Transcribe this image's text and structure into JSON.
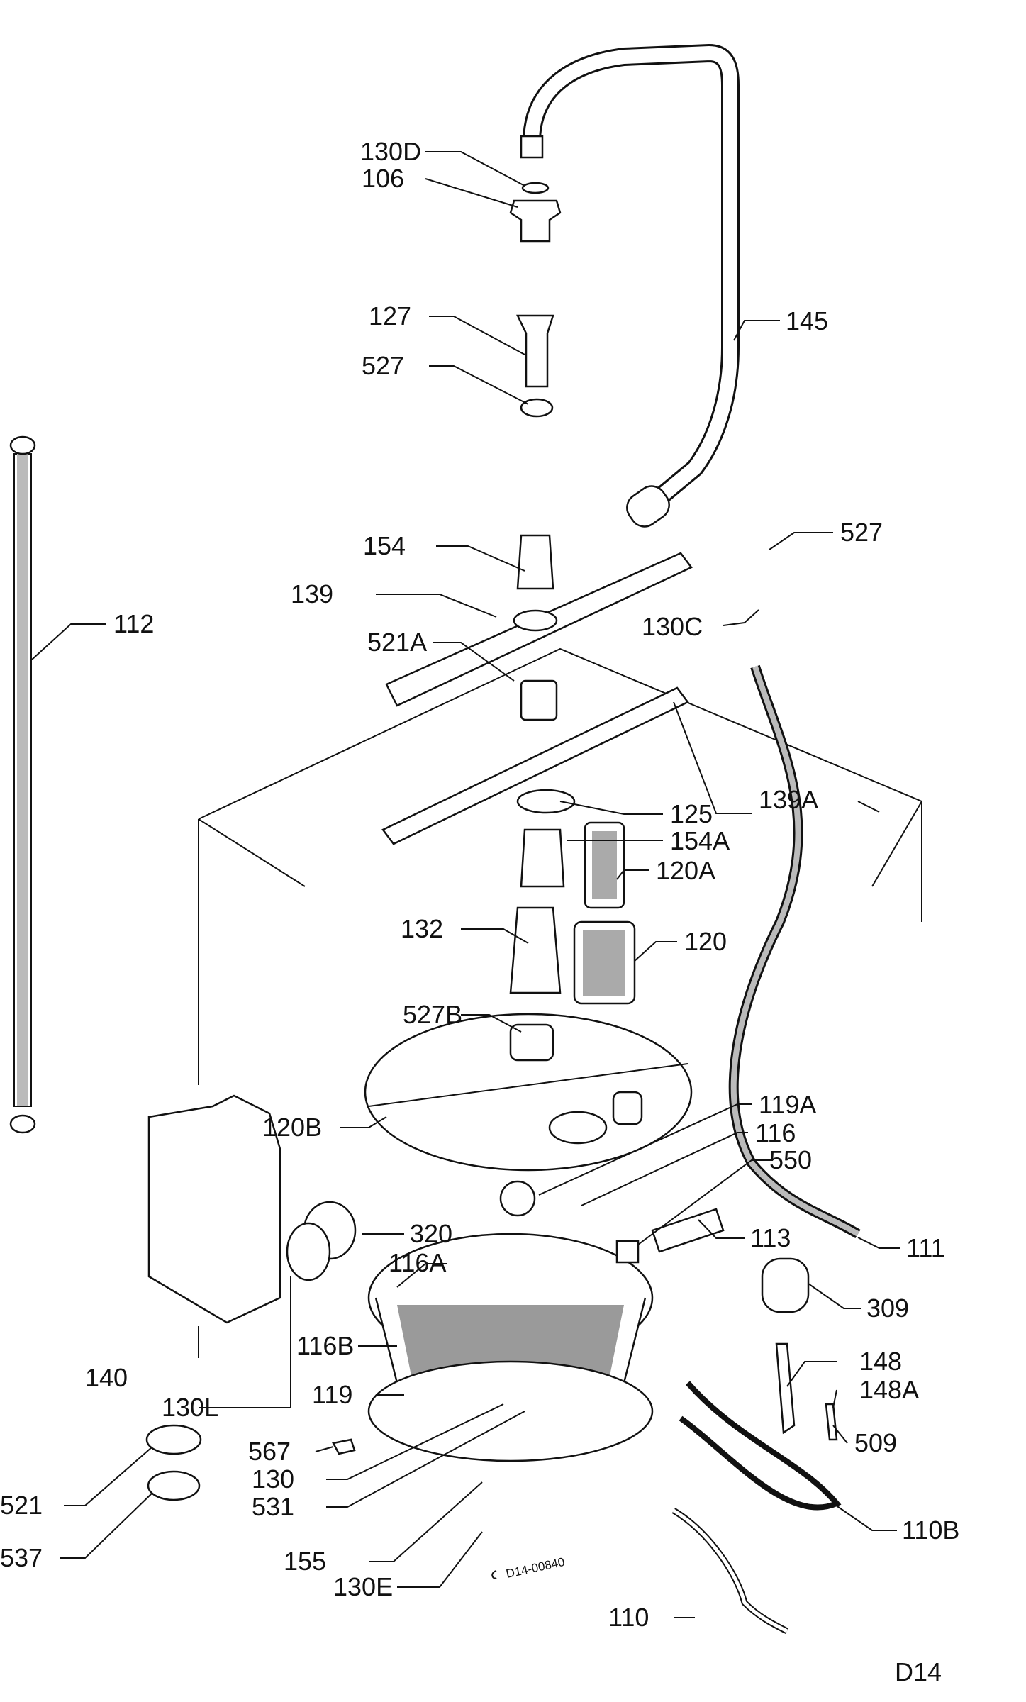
{
  "diagram_code": "D14-00840",
  "page_code": "D14",
  "callouts": [
    {
      "id": "c_130d",
      "text": "130D"
    },
    {
      "id": "c_106",
      "text": "106"
    },
    {
      "id": "c_127",
      "text": "127"
    },
    {
      "id": "c_527a",
      "text": "527"
    },
    {
      "id": "c_145",
      "text": "145"
    },
    {
      "id": "c_112",
      "text": "112"
    },
    {
      "id": "c_154",
      "text": "154"
    },
    {
      "id": "c_139",
      "text": "139"
    },
    {
      "id": "c_521a",
      "text": "521A"
    },
    {
      "id": "c_527b",
      "text": "527"
    },
    {
      "id": "c_130c",
      "text": "130C"
    },
    {
      "id": "c_139a",
      "text": "139A"
    },
    {
      "id": "c_125",
      "text": "125"
    },
    {
      "id": "c_154a",
      "text": "154A"
    },
    {
      "id": "c_120a",
      "text": "120A"
    },
    {
      "id": "c_132",
      "text": "132"
    },
    {
      "id": "c_120",
      "text": "120"
    },
    {
      "id": "c_527b2",
      "text": "527B"
    },
    {
      "id": "c_120b",
      "text": "120B"
    },
    {
      "id": "c_119a",
      "text": "119A"
    },
    {
      "id": "c_116",
      "text": "116"
    },
    {
      "id": "c_550",
      "text": "550"
    },
    {
      "id": "c_320",
      "text": "320"
    },
    {
      "id": "c_116a",
      "text": "116A"
    },
    {
      "id": "c_113",
      "text": "113"
    },
    {
      "id": "c_111",
      "text": "111"
    },
    {
      "id": "c_309",
      "text": "309"
    },
    {
      "id": "c_116b",
      "text": "116B"
    },
    {
      "id": "c_148",
      "text": "148"
    },
    {
      "id": "c_148a",
      "text": "148A"
    },
    {
      "id": "c_140",
      "text": "140"
    },
    {
      "id": "c_130l",
      "text": "130L"
    },
    {
      "id": "c_119",
      "text": "119"
    },
    {
      "id": "c_509",
      "text": "509"
    },
    {
      "id": "c_567",
      "text": "567"
    },
    {
      "id": "c_130",
      "text": "130"
    },
    {
      "id": "c_521",
      "text": "521"
    },
    {
      "id": "c_531",
      "text": "531"
    },
    {
      "id": "c_110b",
      "text": "110B"
    },
    {
      "id": "c_537",
      "text": "537"
    },
    {
      "id": "c_155",
      "text": "155"
    },
    {
      "id": "c_130e",
      "text": "130E"
    },
    {
      "id": "c_110",
      "text": "110"
    }
  ]
}
